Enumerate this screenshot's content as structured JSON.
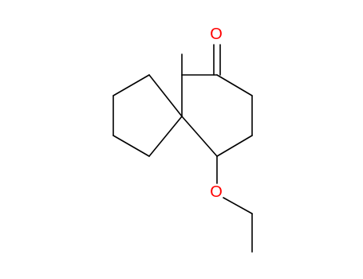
{
  "molecule": {
    "atoms": [
      {
        "id": "O1",
        "label": "O",
        "color": "#ff0000",
        "kind": "carbonyl-oxygen"
      },
      {
        "id": "O2",
        "label": "O",
        "color": "#ff0000",
        "kind": "ether-oxygen"
      }
    ],
    "bond_color": "#000000"
  }
}
